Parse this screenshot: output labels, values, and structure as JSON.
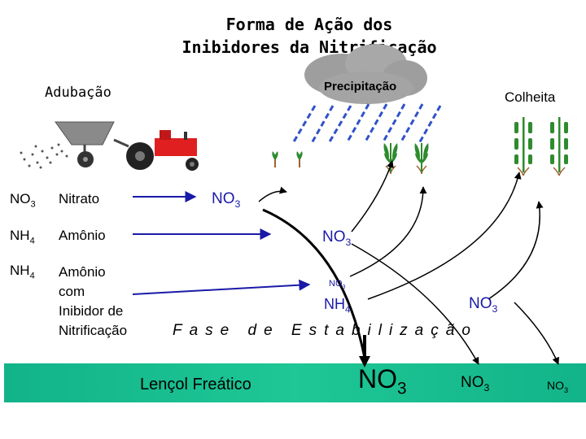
{
  "title": {
    "line1": "Forma de Ação dos",
    "line2": "Inibidores da Nitrificação"
  },
  "labels": {
    "fertilization": "Adubação",
    "precipitation": "Precipitação",
    "harvest": "Colheita",
    "stabilization_phase": "Fase de Estabilização",
    "groundwater": "Lençol Freático"
  },
  "rows": [
    {
      "symbol": "NO",
      "subscript": "3",
      "name": "Nitrato"
    },
    {
      "symbol": "NH",
      "subscript": "4",
      "name": "Amônio"
    },
    {
      "symbol": "NH",
      "subscript": "4",
      "name_lines": [
        "Amônio",
        "com",
        "Inibidor de",
        "Nitrificação"
      ]
    }
  ],
  "flow_labels": {
    "no3": "NO",
    "nh4": "NH",
    "sub3": "3",
    "sub4": "4"
  },
  "colors": {
    "blue_arrow": "#1a1aa8",
    "groundwater_band": "#1ec795",
    "rain": "#2f52c8",
    "tractor": "#e02020",
    "plant": "#2e8b2e"
  }
}
